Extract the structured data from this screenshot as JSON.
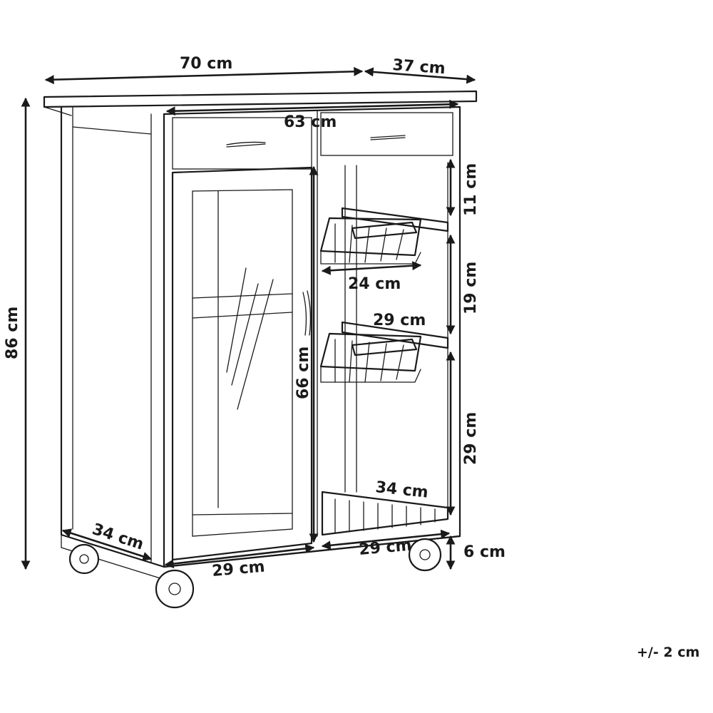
{
  "dimensions": {
    "top_width": "70 cm",
    "top_depth": "37 cm",
    "inner_width": "63 cm",
    "drawer_height": "11 cm",
    "basket_width": "24 cm",
    "basket_gap": "19 cm",
    "basket_depth": "29 cm",
    "total_height": "86 cm",
    "door_height": "66 cm",
    "lower_space": "29 cm",
    "shelf_depth": "34 cm",
    "side_depth": "34 cm",
    "cabinet_depth": "29 cm",
    "open_depth": "29 cm",
    "wheel_height": "6 cm"
  },
  "tolerance": "+/- 2 cm"
}
